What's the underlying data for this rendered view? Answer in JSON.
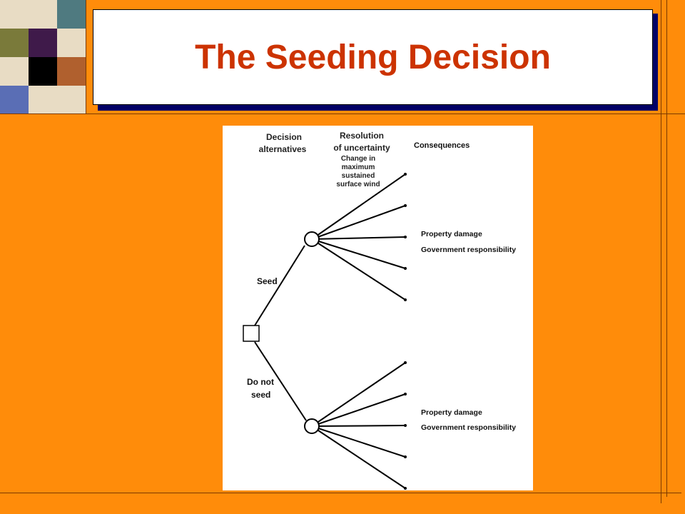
{
  "slide": {
    "title": "The Seeding Decision",
    "background_color": "#FF8C0A",
    "title_color": "#CC3300",
    "title_shadow_color": "#000066",
    "mosaic_colors": [
      "#E8DCC4",
      "#E8DCC4",
      "#4F7A80",
      "#7A7A3A",
      "#3F1A4A",
      "#E8DCC4",
      "#E8DCC4",
      "#000000",
      "#B0602E",
      "#5A6EB5",
      "#E8DCC4",
      "#E8DCC4"
    ]
  },
  "diagram": {
    "headers": {
      "decision_line1": "Decision",
      "decision_line2": "alternatives",
      "resolution_line1": "Resolution",
      "resolution_line2": "of uncertainty",
      "change_line1": "Change in",
      "change_line2": "maximum",
      "change_line3": "sustained",
      "change_line4": "surface wind",
      "consequences": "Consequences"
    },
    "branches": {
      "seed": "Seed",
      "do_not_line1": "Do not",
      "do_not_line2": "seed"
    },
    "seed_consequences": {
      "line1": "Property damage",
      "line2": "Government responsibility"
    },
    "noseed_consequences": {
      "line1": "Property damage",
      "line2": "Government responsibility"
    },
    "outcomes_per_chance_node": 5
  }
}
